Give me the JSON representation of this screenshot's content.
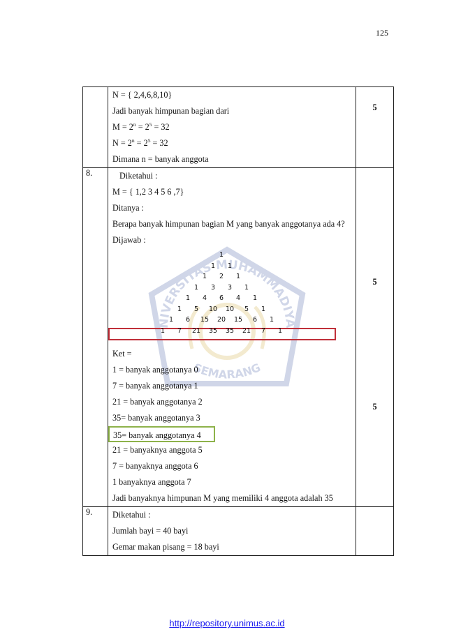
{
  "page_number": "125",
  "footer": {
    "url": "http://repository.unimus.ac.id"
  },
  "watermark": {
    "top_text": "UNIVERSITAS MUHAMMADIYAH",
    "bottom_text": "SEMARANG"
  },
  "rows": [
    {
      "no": "",
      "score": "5",
      "lines": {
        "l1": "N = { 2,4,6,8,10}",
        "l2": "Jadi banyak himpunan bagian dari",
        "l3_prefix": "M = 2",
        "l3_sup1": "n",
        "l3_mid": " = 2",
        "l3_sup2": "5",
        "l3_suffix": " = 32",
        "l4_prefix": "N = 2",
        "l4_sup1": "n",
        "l4_mid": " = 2",
        "l4_sup2": "5",
        "l4_suffix": " = 32",
        "l5": "Dimana n = banyak anggota"
      }
    },
    {
      "no": "8.",
      "score_top": "5",
      "score_bottom": "5",
      "diketahui": "Diketahui :",
      "set_m": "M = { 1,2 3 4 5 6 ,7}",
      "ditanya": "Ditanya :",
      "question": "Berapa banyak himpunan bagian M yang banyak anggotanya ada 4?",
      "dijawab": "Dijawab :",
      "pascal": [
        [
          "1"
        ],
        [
          "1",
          "1"
        ],
        [
          "1",
          "2",
          "1"
        ],
        [
          "1",
          "3",
          "3",
          "1"
        ],
        [
          "1",
          "4",
          "6",
          "4",
          "1"
        ],
        [
          "1",
          "5",
          "10",
          "10",
          "5",
          "1"
        ],
        [
          "1",
          "6",
          "15",
          "20",
          "15",
          "6",
          "1"
        ],
        [
          "1",
          "7",
          "21",
          "35",
          "35",
          "21",
          "7",
          "1"
        ]
      ],
      "ket": "Ket =",
      "ket_items": [
        "1 = banyak anggotanya 0",
        "7 = banyak anggotanya 1",
        "21 = banyak anggotanya 2",
        "35= banyak anggotanya 3",
        "35= banyak anggotanya 4",
        "21 = banyaknya anggota 5",
        "7 = banyaknya anggota 6",
        "1 banyaknya anggota 7"
      ],
      "conclusion": "Jadi banyaknya himpunan M yang memiliki 4 anggota adalah 35"
    },
    {
      "no": "9.",
      "score": "",
      "lines": {
        "l1": "Diketahui :",
        "l2": "Jumlah bayi = 40 bayi",
        "l3": "Gemar makan pisang = 18 bayi"
      }
    }
  ]
}
